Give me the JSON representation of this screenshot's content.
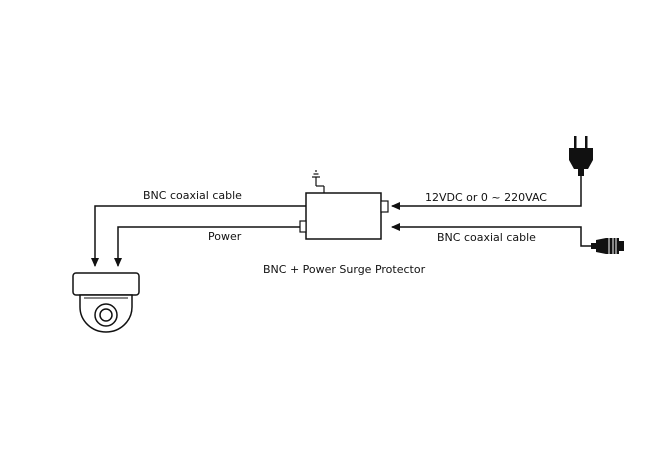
{
  "labels": {
    "bnc_cable_left": "BNC coaxial cable",
    "power_left": "Power",
    "power_input": "12VDC or 0 ~ 220VAC",
    "bnc_cable_right": "BNC coaxial cable",
    "device_caption": "BNC + Power Surge Protector"
  },
  "colors": {
    "line": "#111111",
    "background": "#ffffff"
  },
  "icons": [
    "dome-camera-icon",
    "surge-protector-box",
    "ground-icon",
    "power-plug-icon",
    "bnc-connector-icon"
  ]
}
